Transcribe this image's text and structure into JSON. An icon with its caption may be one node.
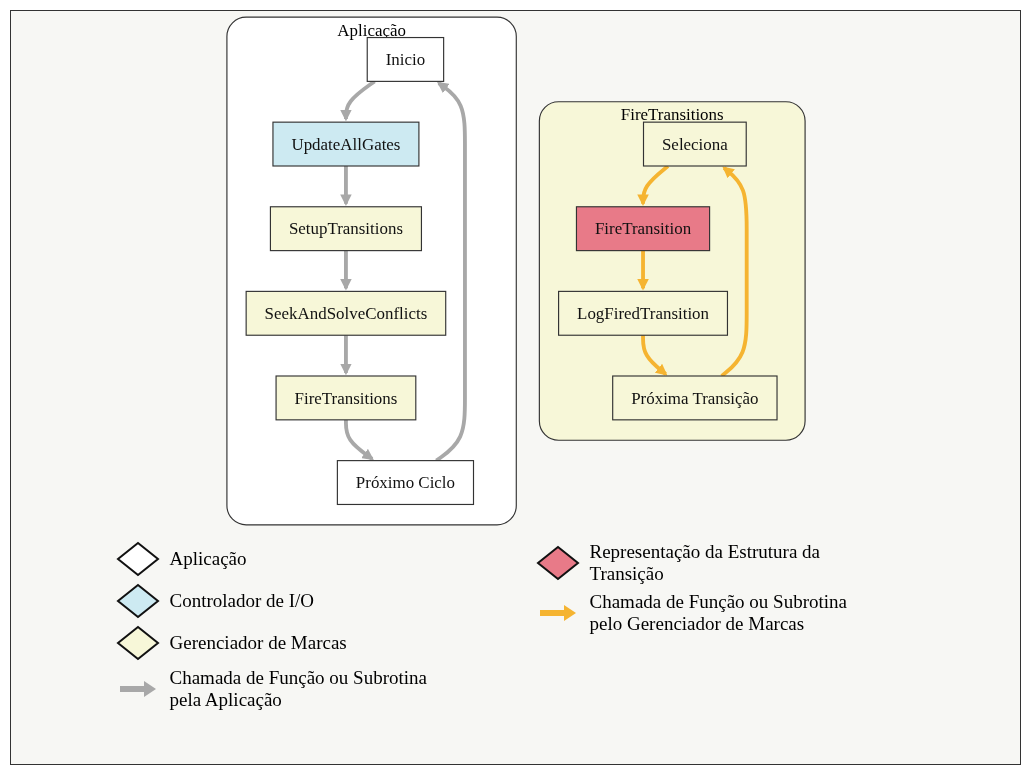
{
  "diagram": {
    "nodes": [
      {
        "text": [
          "Aplicação"
        ]
      },
      {
        "text": [
          "Inicio"
        ],
        "in": 0
      },
      {
        "text": [
          "UpdateAllGates"
        ],
        "in": 0
      },
      {
        "text": [
          "SetupTransitions"
        ],
        "in": 0
      },
      {
        "text": [
          "SeekAndSolveConflicts"
        ],
        "in": 0
      },
      {
        "text": [
          "FireTransitions"
        ],
        "in": 0
      },
      {
        "text": [
          "Próximo Ciclo"
        ],
        "in": 0
      },
      {
        "text": [
          "FireTransitions"
        ]
      },
      {
        "text": [
          "Seleciona"
        ],
        "in": 7
      },
      {
        "text": [
          "FireTransition"
        ],
        "in": 7
      },
      {
        "text": [
          "LogFiredTransition"
        ],
        "in": 7
      },
      {
        "text": [
          "Próxima Transição"
        ],
        "in": 7
      }
    ],
    "edges": [
      {
        "from": 1,
        "to": 2,
        "arrow": "to"
      },
      {
        "from": 2,
        "to": 3,
        "arrow": "to"
      },
      {
        "from": 3,
        "to": 4,
        "arrow": "to"
      },
      {
        "from": 4,
        "to": 5,
        "arrow": "to"
      },
      {
        "from": 5,
        "to": 6,
        "arrow": "to"
      },
      {
        "from": 6,
        "to": 1,
        "arrow": "to"
      },
      {
        "from": 8,
        "to": 9,
        "arrow": "to",
        "color": "#f5b431"
      },
      {
        "from": 9,
        "to": 10,
        "arrow": "to",
        "color": "#f5b431"
      },
      {
        "from": 10,
        "to": 11,
        "arrow": "to",
        "color": "#f5b431"
      },
      {
        "from": 11,
        "to": 8,
        "arrow": "to",
        "color": "#f5b431"
      }
    ],
    "legend": [
      {
        "text": "Aplicação",
        "color": "#ffffff"
      },
      {
        "text": "Controlador de I/O",
        "color": "#cdeaf2"
      },
      {
        "text": "Gerenciador de Marcas",
        "color": "#f7f7d8"
      },
      {
        "text": "Chamada de Função ou Subrotina pela Aplicação"
      },
      {
        "text": "Representação da Estrutura da Transição",
        "color": "#e87a88"
      },
      {
        "text": "Chamada de Função ou Subrotina pelo Gerenciador de Marcas"
      }
    ]
  }
}
